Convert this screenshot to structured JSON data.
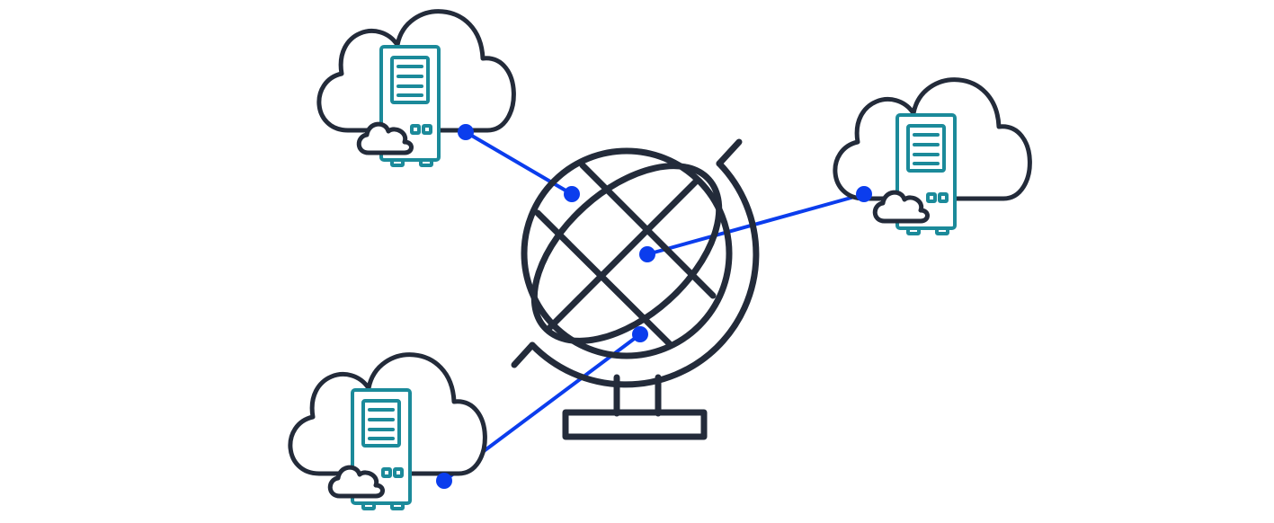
{
  "colors": {
    "outline": "#232b3a",
    "teal": "#1b8a9a",
    "link": "#0b3ded",
    "background": "#ffffff"
  },
  "icons": [
    "globe-icon",
    "cloud-server-icon",
    "cloud-server-icon",
    "cloud-server-icon"
  ],
  "servers": [
    {
      "name": "cloud-server-top-left"
    },
    {
      "name": "cloud-server-right"
    },
    {
      "name": "cloud-server-bottom-left"
    }
  ],
  "connections": [
    {
      "from": "cloud-server-top-left",
      "to": "globe"
    },
    {
      "from": "cloud-server-right",
      "to": "globe"
    },
    {
      "from": "cloud-server-bottom-left",
      "to": "globe"
    }
  ]
}
